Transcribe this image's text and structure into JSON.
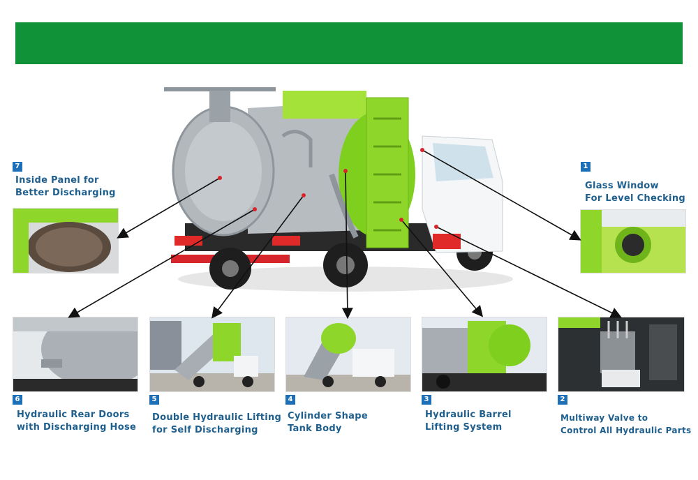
{
  "colors": {
    "banner": "#0f9238",
    "badge": "#1d6fb8",
    "caption": "#1e5f8e",
    "lime": "#8fd62a",
    "tank": "#a7adb3"
  },
  "features": [
    {
      "num": "1",
      "lines": [
        "Glass Window",
        "For Level Checking"
      ]
    },
    {
      "num": "2",
      "lines": [
        "Multiway Valve to",
        "Control All Hydraulic Parts"
      ]
    },
    {
      "num": "3",
      "lines": [
        "Hydraulic Barrel",
        "Lifting System"
      ]
    },
    {
      "num": "4",
      "lines": [
        "Cylinder Shape",
        "Tank Body"
      ]
    },
    {
      "num": "5",
      "lines": [
        "Double Hydraulic Lifting",
        "for Self Discharging"
      ]
    },
    {
      "num": "6",
      "lines": [
        "Hydraulic Rear Doors",
        "with Discharging Hose"
      ]
    },
    {
      "num": "7",
      "lines": [
        "Inside Panel for",
        "Better Discharging"
      ]
    }
  ]
}
